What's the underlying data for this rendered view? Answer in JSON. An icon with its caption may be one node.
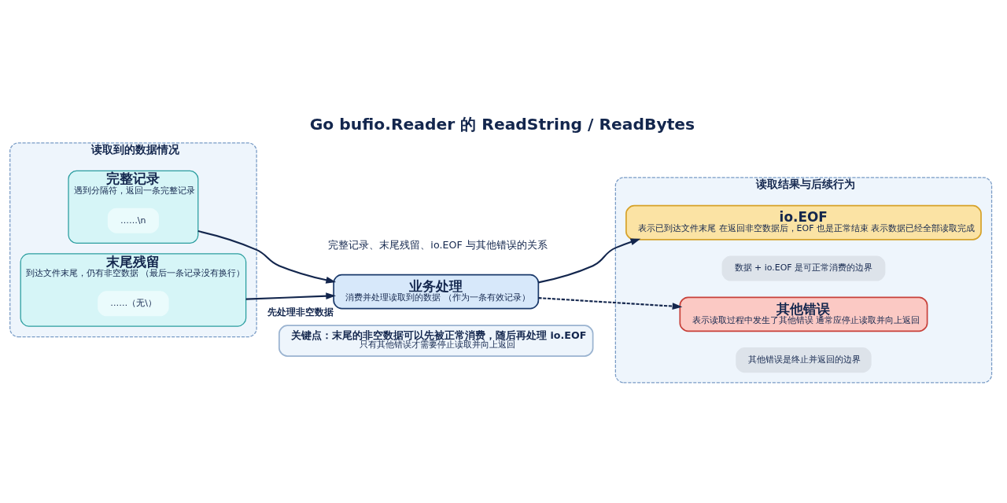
{
  "diagram": {
    "title": "Go bufio.Reader 的 ReadString / ReadBytes",
    "nodes": [
      {
        "text": [
          "读取到的数据情况"
        ]
      },
      {
        "text": [
          "完整记录",
          "遇到分隔符，返回一条完整记录"
        ],
        "in": 0
      },
      {
        "text": [
          "……\\n"
        ],
        "in": 1
      },
      {
        "text": [
          "末尾残留",
          "到达文件末尾，仍有非空数据 （最后一条记录没有换行）"
        ],
        "in": 0
      },
      {
        "text": [
          "……（无\\）"
        ],
        "in": 3
      },
      {
        "text": [
          "业务处理",
          "消费并处理读取到的数据 （作为一条有效记录）"
        ],
        "beside": [
          "先处理非空数据"
        ]
      },
      {
        "text": [
          "读取结果与后续行为"
        ]
      },
      {
        "text": [
          "io.EOF",
          "表示已到达文件末尾 在返回非空数据后，EOF 也是正常结束 表示数据已经全部读取完成"
        ],
        "in": 6
      },
      {
        "text": [
          "数据 + io.EOF 是可正常消费的边界"
        ],
        "in": 6
      },
      {
        "text": [
          "其他错误",
          "表示读取过程中发生了其他错误 通常应停止读取并向上返回"
        ],
        "in": 6
      },
      {
        "text": [
          "其他错误是终止并返回的边界"
        ],
        "in": 6
      },
      {
        "text": [
          "关键点：末尾的非空数据可以先被正常消费，随后再处理 io.EOF",
          "只有其他错误才需要停止读取并向上返回"
        ]
      }
    ],
    "edges": [
      {
        "from": 1,
        "to": 5,
        "arrow": "to"
      },
      {
        "from": 3,
        "to": 5,
        "arrow": "to"
      },
      {
        "from": 5,
        "to": 7,
        "arrow": "to"
      },
      {
        "from": 5,
        "to": 9,
        "arrow": "to",
        "style": "dashed"
      }
    ],
    "labels": [
      "完整记录、末尾残留、io.EOF 与其他错误的关系"
    ]
  }
}
